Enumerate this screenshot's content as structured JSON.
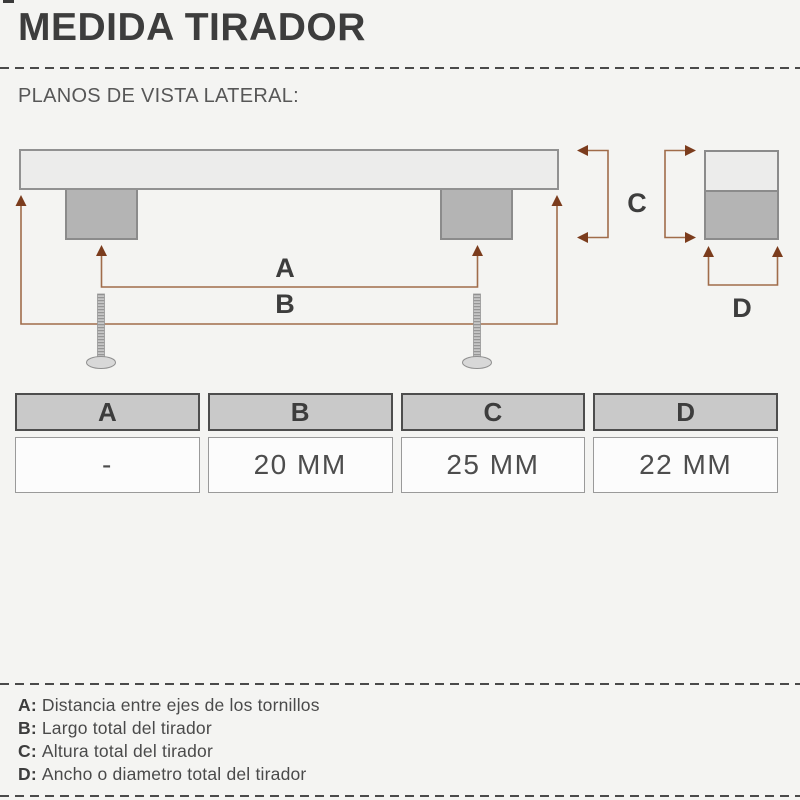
{
  "page": {
    "title": "MEDIDA TIRADOR",
    "subtitle": "PLANOS DE VISTA LATERAL:"
  },
  "diagram": {
    "labels": {
      "a": "A",
      "b": "B",
      "c": "C",
      "d": "D"
    },
    "colors": {
      "dimension_line": "#a06c4a",
      "arrowhead": "#7b3c1d",
      "handle_bar_fill": "#ececeb",
      "handle_bar_border": "#919191",
      "post_fill": "#b4b4b4",
      "post_border": "#8b8b8b",
      "label_text": "#3d3d3d"
    }
  },
  "table": {
    "headers": [
      "A",
      "B",
      "C",
      "D"
    ],
    "values": [
      "-",
      "20 MM",
      "25 MM",
      "22 MM"
    ]
  },
  "legend": {
    "items": [
      {
        "key": "A:",
        "text": "Distancia entre ejes de los tornillos"
      },
      {
        "key": "B:",
        "text": "Largo total del tirador"
      },
      {
        "key": "C:",
        "text": "Altura total del tirador"
      },
      {
        "key": "D:",
        "text": "Ancho o diametro total del tirador"
      }
    ]
  }
}
